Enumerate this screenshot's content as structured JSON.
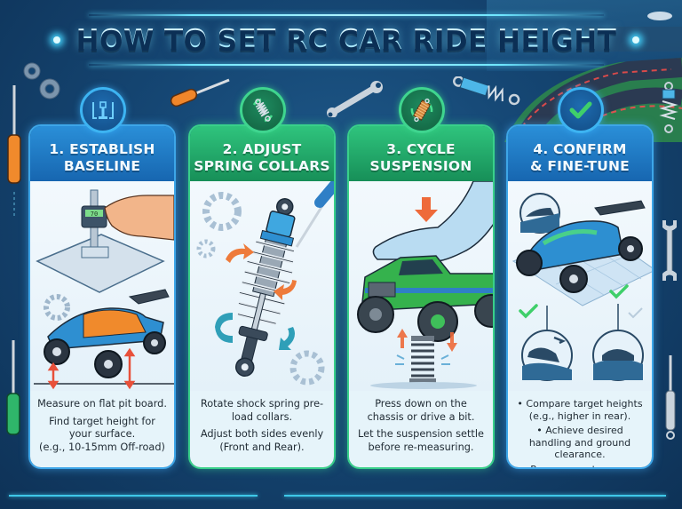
{
  "title": "HOW TO SET RC CAR RIDE HEIGHT",
  "colors": {
    "background": "#154673",
    "accent_blue": "#2a8fd8",
    "accent_green": "#2fc47d",
    "glow": "#6ee6ff",
    "body_text": "#1f2a33",
    "arrow_red": "#e8503a",
    "arrow_orange": "#ee7a3a",
    "check_green": "#3fcf6a"
  },
  "steps": [
    {
      "number": 1,
      "title_line1": "1. ESTABLISH",
      "title_line2": "BASELINE",
      "theme": "blue",
      "badge_icon": "height-gauge-icon",
      "illustration": "hand measuring with digital height gauge on flat board; buggy with red ride-height arrows",
      "gauge_reading": "70",
      "lines": [
        "Measure on flat pit board.",
        "Find target height for your surface.",
        "(e.g., 10-15mm Off-road)"
      ]
    },
    {
      "number": 2,
      "title_line1": "2. ADJUST",
      "title_line2": "SPRING COLLARS",
      "theme": "green",
      "badge_icon": "shock-rotate-icon",
      "illustration": "blue shock absorber with screwdriver turning collar; orange and teal rotation arrows",
      "lines": [
        "Rotate shock spring pre-load collars.",
        "Adjust both sides evenly (Front and Rear)."
      ]
    },
    {
      "number": 3,
      "title_line1": "3. CYCLE",
      "title_line2": "SUSPENSION",
      "theme": "green",
      "badge_icon": "spring-cycle-icon",
      "illustration": "hand pressing down on green monster truck atop a spring; up/down arrows",
      "lines": [
        "Press down on the chassis or drive a bit.",
        "Let the suspension settle before re-measuring."
      ]
    },
    {
      "number": 4,
      "title_line1": "4. CONFIRM",
      "title_line2": "& FINE-TUNE",
      "theme": "blue",
      "badge_icon": "checkmark-icon",
      "illustration": "buggy on grid with checkmarks; inset circles showing car on slope, car going over crest, car on bump",
      "lines": [
        "Compare target heights (e.g., higher in rear).",
        "Achieve desired handling and ground clearance.",
        "Re-measure to ensure accuracy."
      ]
    }
  ],
  "decorations": [
    "gear-icon",
    "gear-icon",
    "screwdriver-orange-icon",
    "wrench-icon",
    "shock-absorber-icon",
    "race-track-background",
    "screwdriver-left-orange-icon",
    "screwdriver-left-green-icon",
    "shock-right-icon",
    "wrench-right-icon",
    "screwdriver-right-icon"
  ]
}
